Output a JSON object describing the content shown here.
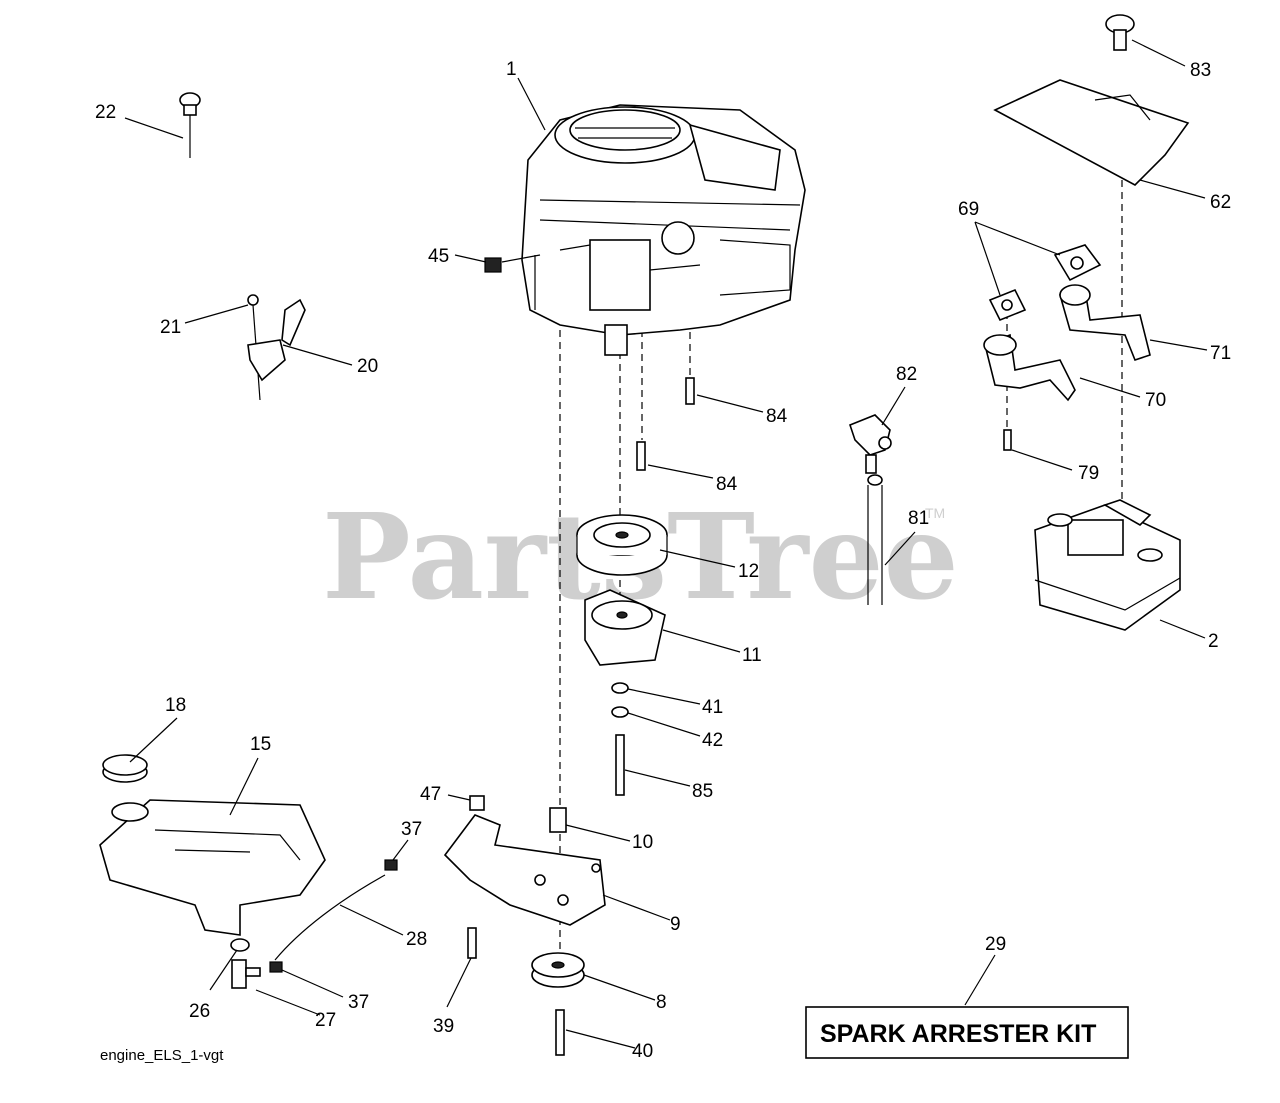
{
  "watermark": "PartsTree",
  "trademark": "TM",
  "caption": "engine_ELS_1-vgt",
  "kit_label": "SPARK ARRESTER KIT",
  "callouts": {
    "p1": "1",
    "p2": "2",
    "p8": "8",
    "p9": "9",
    "p10": "10",
    "p11": "11",
    "p12": "12",
    "p15": "15",
    "p18": "18",
    "p20": "20",
    "p21": "21",
    "p22": "22",
    "p26": "26",
    "p27": "27",
    "p28": "28",
    "p29": "29",
    "p37a": "37",
    "p37b": "37",
    "p39": "39",
    "p40": "40",
    "p41": "41",
    "p42": "42",
    "p45": "45",
    "p47": "47",
    "p62": "62",
    "p69": "69",
    "p70": "70",
    "p71": "71",
    "p79": "79",
    "p81": "81",
    "p82": "82",
    "p83": "83",
    "p84a": "84",
    "p84b": "84",
    "p85": "85"
  }
}
